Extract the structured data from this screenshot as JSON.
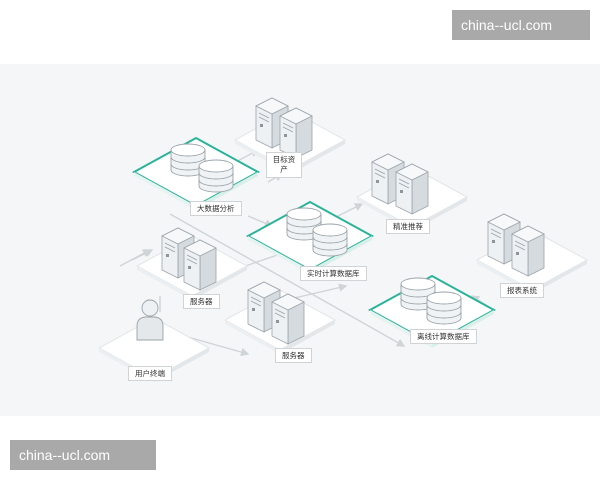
{
  "watermarks": {
    "top": "china--ucl.com",
    "bottom": "china--ucl.com"
  },
  "nodes": {
    "target_assets": "目标资产",
    "big_data_analysis": "大数据分析",
    "precise_recommendation": "精准推荐",
    "realtime_db": "实时计算数据库",
    "report_system": "报表系统",
    "server_left": "服务器",
    "server_mid": "服务器",
    "offline_db": "离线计算数据库",
    "user_terminal": "用户终端"
  },
  "colors": {
    "accent": "#2bb39a",
    "tile": "#ffffff",
    "tile_edge": "#e2e6e8",
    "line": "#cfd4d7",
    "server": "#e4e8eb",
    "server_dark": "#a9b0b6",
    "db": "#f0f3f5",
    "db_stroke": "#9aa3a9"
  },
  "icons": [
    "server-icon",
    "database-icon",
    "user-icon",
    "arrow-icon"
  ]
}
